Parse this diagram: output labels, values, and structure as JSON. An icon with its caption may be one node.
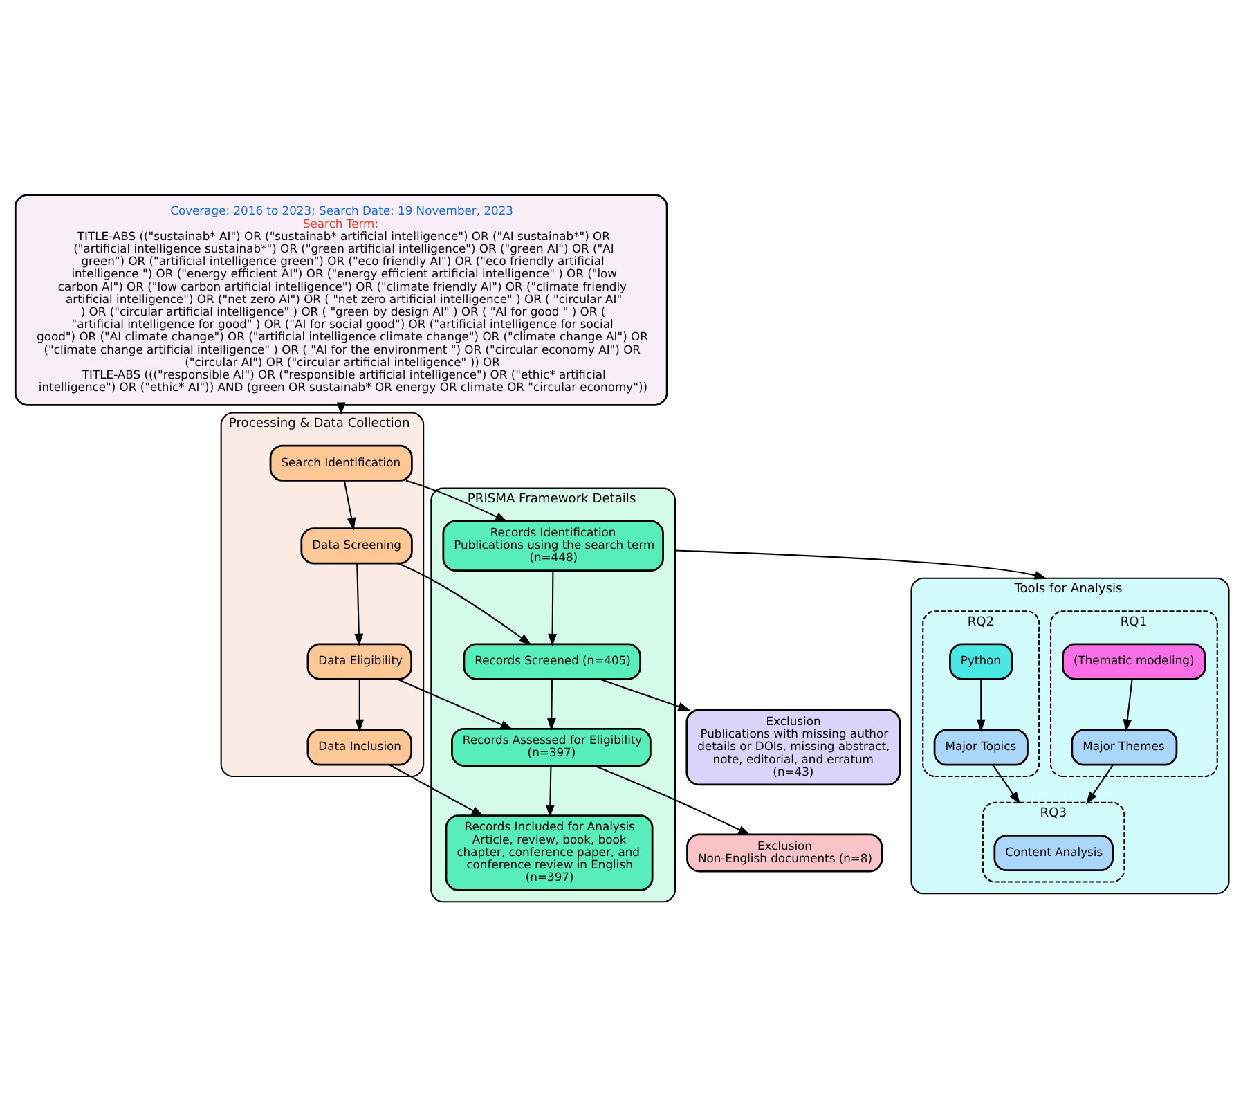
{
  "diagram": {
    "nodes": [
      {
        "text": [
          "Coverage: 2016 to 2023; Search Date: 19 November, 2023",
          "Search Term:",
          "TITLE-ABS ((\"sustainab* AI\") OR (\"sustainab* artificial intelligence\") OR (\"AI sustainab*\") OR (\"artificial intelligence sustainab*\") OR (\"green artificial intelligence\") OR (\"green AI\") OR (\"AI green\") OR (\"artificial intelligence green\") OR (\"eco friendly AI\") OR (\"eco friendly artificial intelligence \") OR (\"energy efficient AI\") OR (\"energy efficient artificial intelligence\" ) OR (\"low carbon AI\") OR (\"low carbon artificial intelligence\") OR (\"climate friendly AI\") OR (\"climate friendly artificial intelligence\") OR (\"net zero AI\") OR ( \"net zero artificial intelligence\" ) OR ( \"circular AI\" ) OR (\"circular artificial intelligence\" ) OR ( \"green by design AI\" ) OR ( \"AI for good \" ) OR ( \"artificial intelligence for good\" ) OR (\"AI for social good\") OR (\"artificial intelligence for social good\") OR (\"AI climate change\") OR (\"artificial intelligence climate change\") OR (\"climate change AI\") OR (\"climate change artificial intelligence\" ) OR ( \"AI for the environment \") OR (\"circular economy AI\") OR (\"circular AI\") OR (\"circular artificial intelligence\" )) OR",
          "TITLE-ABS (((\"responsible AI\") OR (\"responsible artificial intelligence\") OR (\"ethic* artificial intelligence\") OR (\"ethic* AI\")) AND (green OR sustainab* OR energy OR climate OR \"circular economy\"))"
        ]
      },
      {
        "text": [
          "Processing & Data Collection"
        ]
      },
      {
        "text": [
          "Search Identification"
        ],
        "in": 1
      },
      {
        "text": [
          "Data Screening"
        ],
        "in": 1
      },
      {
        "text": [
          "Data Eligibility"
        ],
        "in": 1
      },
      {
        "text": [
          "Data Inclusion"
        ],
        "in": 1
      },
      {
        "text": [
          "PRISMA Framework Details"
        ]
      },
      {
        "text": [
          "Records Identification",
          "Publications using the search term (n=448)"
        ],
        "in": 6
      },
      {
        "text": [
          "Records Screened (n=405)"
        ],
        "in": 6
      },
      {
        "text": [
          "Records Assessed for Eligibility (n=397)"
        ],
        "in": 6
      },
      {
        "text": [
          "Records Included for Analysis",
          "Article, review, book, book chapter, conference paper, and conference review in English (n=397)"
        ],
        "in": 6
      },
      {
        "text": [
          "Exclusion",
          "Publications with missing author details or DOIs, missing abstract, note, editorial, and erratum (n=43)"
        ]
      },
      {
        "text": [
          "Tools for Analysis"
        ]
      },
      {
        "text": [
          "RQ1"
        ],
        "in": 12
      },
      {
        "text": [
          "(Thematic modeling)"
        ],
        "in": 13
      },
      {
        "text": [
          "Major Themes"
        ],
        "in": 13
      },
      {
        "text": [
          "RQ2"
        ],
        "in": 12
      },
      {
        "text": [
          "Python"
        ],
        "in": 16
      },
      {
        "text": [
          "Major Topics"
        ],
        "in": 16
      },
      {
        "text": [
          "RQ3"
        ],
        "in": 12
      },
      {
        "text": [
          "Content Analysis"
        ],
        "in": 19
      },
      {
        "text": [
          "Exclusion",
          "Non-English documents (n=8)"
        ]
      }
    ],
    "edges": [
      {
        "from": 0,
        "to": 1,
        "arrow": "to"
      },
      {
        "from": 2,
        "to": 3,
        "arrow": "to"
      },
      {
        "from": 3,
        "to": 4,
        "arrow": "to"
      },
      {
        "from": 4,
        "to": 5,
        "arrow": "to"
      },
      {
        "from": 2,
        "to": 7,
        "arrow": "to"
      },
      {
        "from": 3,
        "to": 8,
        "arrow": "to"
      },
      {
        "from": 4,
        "to": 9,
        "arrow": "to"
      },
      {
        "from": 5,
        "to": 10,
        "arrow": "to"
      },
      {
        "from": 7,
        "to": 8,
        "arrow": "to"
      },
      {
        "from": 8,
        "to": 9,
        "arrow": "to"
      },
      {
        "from": 9,
        "to": 10,
        "arrow": "to"
      },
      {
        "from": 8,
        "to": 11,
        "arrow": "to"
      },
      {
        "from": 6,
        "to": 12,
        "arrow": "to"
      },
      {
        "from": 9,
        "to": 21,
        "arrow": "to"
      },
      {
        "from": 14,
        "to": 15,
        "arrow": "to"
      },
      {
        "from": 17,
        "to": 18,
        "arrow": "to"
      },
      {
        "from": 15,
        "to": 19,
        "arrow": "to"
      },
      {
        "from": 18,
        "to": 19,
        "arrow": "to"
      }
    ]
  }
}
